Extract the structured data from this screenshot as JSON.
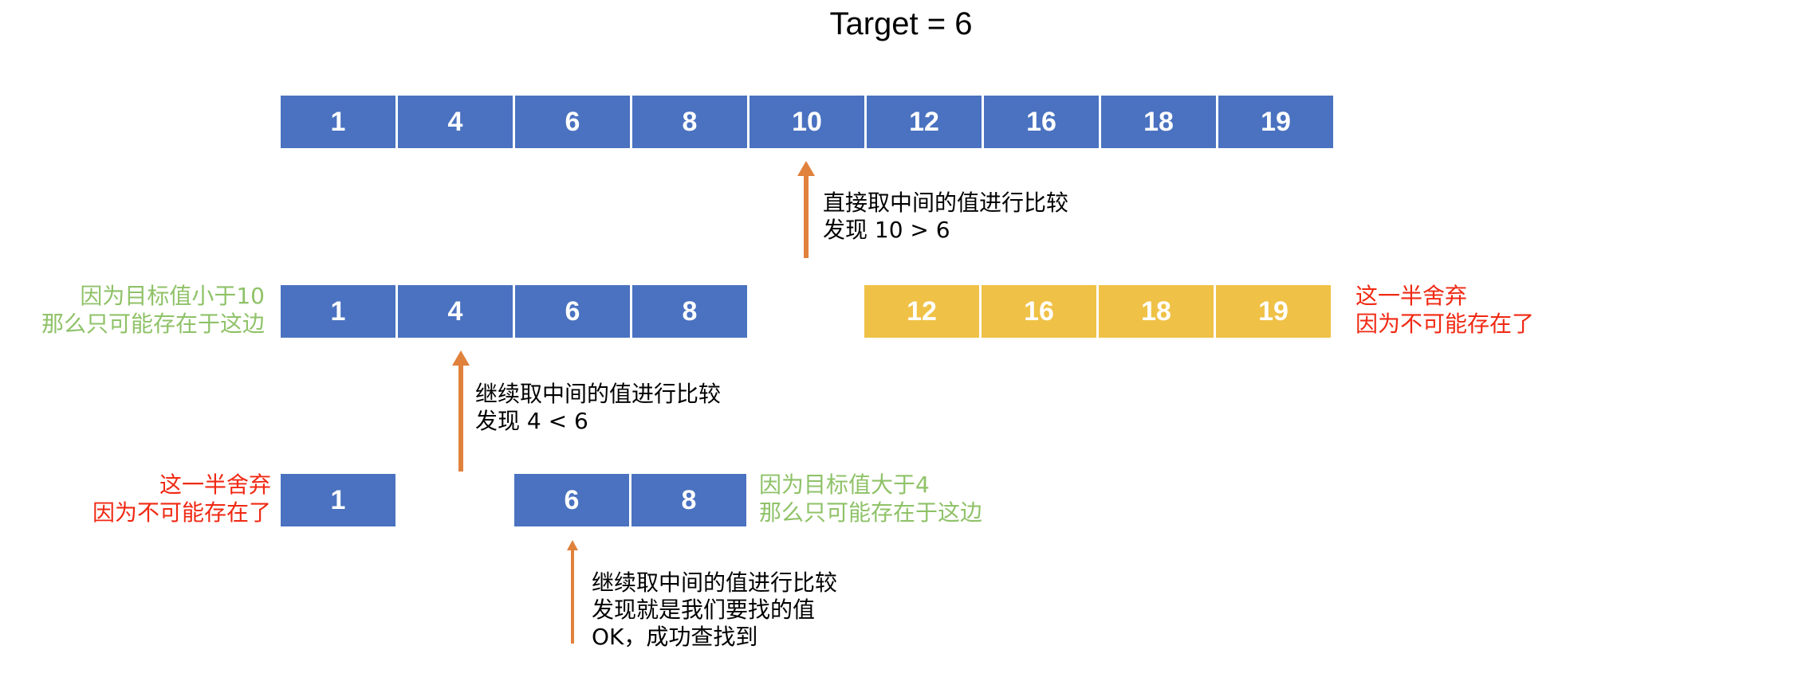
{
  "title": "Target = 6",
  "colors": {
    "active_cell": "#4a72c0",
    "discarded_cell": "#efc146",
    "cell_text": "#ffffff",
    "arrow": "#e0813c",
    "keep_note": "#8fc268",
    "discard_note": "#f02913",
    "body_text": "#000000",
    "background": "#ffffff"
  },
  "rows": [
    {
      "name": "full-array",
      "cells": [
        {
          "value": "1",
          "state": "active"
        },
        {
          "value": "4",
          "state": "active"
        },
        {
          "value": "6",
          "state": "active"
        },
        {
          "value": "8",
          "state": "active"
        },
        {
          "value": "10",
          "state": "active"
        },
        {
          "value": "12",
          "state": "active"
        },
        {
          "value": "16",
          "state": "active"
        },
        {
          "value": "18",
          "state": "active"
        },
        {
          "value": "19",
          "state": "active"
        }
      ]
    },
    {
      "name": "left-half-kept",
      "cells": [
        {
          "value": "1",
          "state": "active"
        },
        {
          "value": "4",
          "state": "active"
        },
        {
          "value": "6",
          "state": "active"
        },
        {
          "value": "8",
          "state": "active"
        }
      ]
    },
    {
      "name": "right-half-discarded",
      "cells": [
        {
          "value": "12",
          "state": "discarded"
        },
        {
          "value": "16",
          "state": "discarded"
        },
        {
          "value": "18",
          "state": "discarded"
        },
        {
          "value": "19",
          "state": "discarded"
        }
      ]
    },
    {
      "name": "left-portion-discarded",
      "cells": [
        {
          "value": "1",
          "state": "active"
        }
      ]
    },
    {
      "name": "right-portion-kept",
      "cells": [
        {
          "value": "6",
          "state": "active"
        },
        {
          "value": "8",
          "state": "active"
        }
      ]
    }
  ],
  "notes": {
    "step1": {
      "line1": "直接取中间的值进行比较",
      "line2": "发现 10 > 6"
    },
    "step2": {
      "line1": "继续取中间的值进行比较",
      "line2": "发现 4 < 6"
    },
    "step3": {
      "line1": "继续取中间的值进行比较",
      "line2": "发现就是我们要找的值",
      "line3": "OK，成功查找到"
    }
  },
  "side_labels": {
    "row2_left_keep": {
      "line1": "因为目标值小于10",
      "line2": "那么只可能存在于这边"
    },
    "row2_right_discard": {
      "line1": "这一半舍弃",
      "line2": "因为不可能存在了"
    },
    "row3_left_discard": {
      "line1": "这一半舍弃",
      "line2": "因为不可能存在了"
    },
    "row3_right_keep": {
      "line1": "因为目标值大于4",
      "line2": "那么只可能存在于这边"
    }
  }
}
